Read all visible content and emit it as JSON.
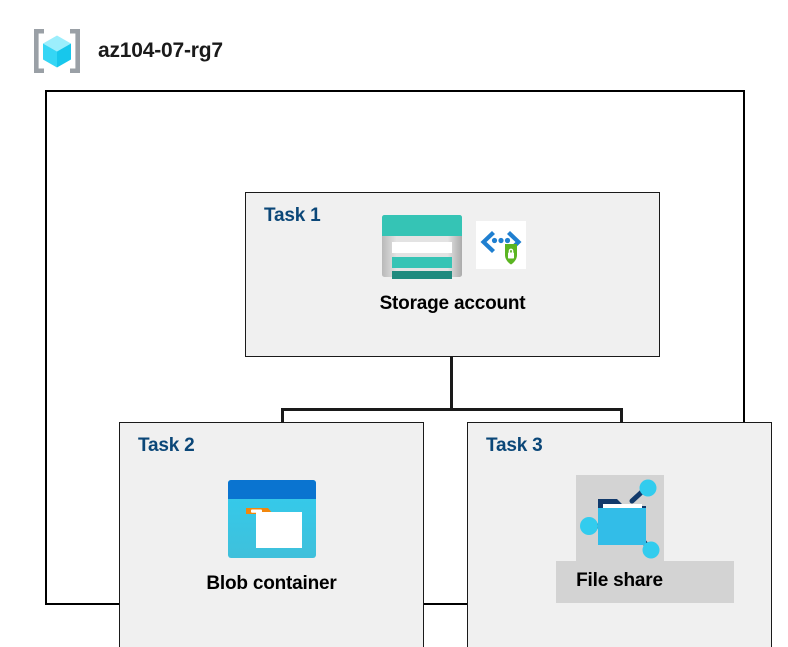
{
  "header": {
    "icon": "resource-group-icon",
    "title": "az104-07-rg7"
  },
  "diagram": {
    "container_name": "resource-group-container",
    "tasks": [
      {
        "label": "Task 1",
        "caption": "Storage account",
        "icons": [
          "storage-account-icon",
          "storage-security-icon"
        ]
      },
      {
        "label": "Task 2",
        "caption": "Blob container",
        "icons": [
          "blob-container-icon"
        ]
      },
      {
        "label": "Task 3",
        "caption": "File share",
        "icons": [
          "file-share-icon"
        ]
      }
    ],
    "connectors": [
      "storage-account-to-bus",
      "bus-horizontal",
      "bus-to-blob-container",
      "bus-to-file-share"
    ]
  },
  "colors": {
    "task_label": "#0b4778",
    "caption": "#000000",
    "box_border": "#1a1a1a",
    "box_fill": "#f0f0f0",
    "outer_border": "#000000",
    "canvas": "#ffffff",
    "storage_teal": "#35c4b5",
    "storage_teal_dark": "#1f8a7e",
    "blob_blue": "#0a74d0",
    "blob_cyan": "#32ccee",
    "blob_orange": "#f2870d",
    "fileshare_cyan": "#32bde8",
    "fileshare_navy": "#123a6b",
    "shield_green": "#5bb522",
    "chevron_blue": "#1f7fd0",
    "cube_cyan": "#4fd8f5",
    "bracket_gray": "#9aa0a6",
    "plate_gray": "#d3d3d3"
  }
}
